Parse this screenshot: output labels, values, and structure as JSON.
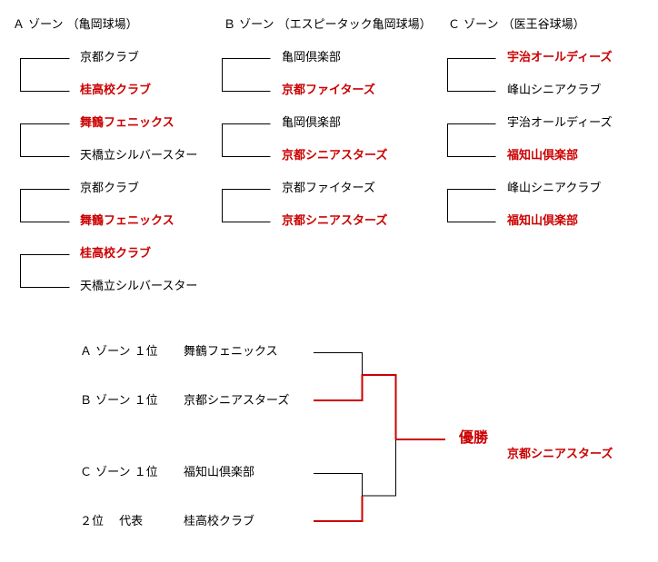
{
  "zones": [
    {
      "title": "Ａ ゾーン （亀岡球場）",
      "matches": [
        {
          "top": {
            "team": "京都クラブ",
            "winner": false
          },
          "bottom": {
            "team": "桂高校クラブ",
            "winner": true
          }
        },
        {
          "top": {
            "team": "舞鶴フェニックス",
            "winner": true
          },
          "bottom": {
            "team": "天橋立シルバースター",
            "winner": false
          }
        },
        {
          "top": {
            "team": "京都クラブ",
            "winner": false
          },
          "bottom": {
            "team": "舞鶴フェニックス",
            "winner": true
          }
        },
        {
          "top": {
            "team": "桂高校クラブ",
            "winner": true
          },
          "bottom": {
            "team": "天橋立シルバースター",
            "winner": false
          }
        }
      ]
    },
    {
      "title": "Ｂ ゾーン （エスピータック亀岡球場）",
      "matches": [
        {
          "top": {
            "team": "亀岡倶楽部",
            "winner": false
          },
          "bottom": {
            "team": "京都ファイターズ",
            "winner": true
          }
        },
        {
          "top": {
            "team": "亀岡倶楽部",
            "winner": false
          },
          "bottom": {
            "team": "京都シニアスターズ",
            "winner": true
          }
        },
        {
          "top": {
            "team": "京都ファイターズ",
            "winner": false
          },
          "bottom": {
            "team": "京都シニアスターズ",
            "winner": true
          }
        }
      ]
    },
    {
      "title": "Ｃ ゾーン （医王谷球場）",
      "matches": [
        {
          "top": {
            "team": "宇治オールディーズ",
            "winner": true
          },
          "bottom": {
            "team": "峰山シニアクラブ",
            "winner": false
          }
        },
        {
          "top": {
            "team": "宇治オールディーズ",
            "winner": false
          },
          "bottom": {
            "team": "福知山倶楽部",
            "winner": true
          }
        },
        {
          "top": {
            "team": "峰山シニアクラブ",
            "winner": false
          },
          "bottom": {
            "team": "福知山倶楽部",
            "winner": true
          }
        }
      ]
    }
  ],
  "final_bracket": {
    "entries": [
      {
        "label": "Ａ ゾーン １位",
        "team": "舞鶴フェニックス",
        "advanced": false
      },
      {
        "label": "Ｂ ゾーン １位",
        "team": "京都シニアスターズ",
        "advanced": true
      },
      {
        "label": "Ｃ ゾーン １位",
        "team": "福知山倶楽部",
        "advanced": false
      },
      {
        "label": "２位　 代表",
        "team": "桂高校クラブ",
        "advanced": true
      }
    ],
    "champion_label": "優勝",
    "champion_team": "京都シニアスターズ"
  },
  "colors": {
    "winner": "#cc0000",
    "line": "#000000",
    "winner_line": "#cc0000"
  }
}
